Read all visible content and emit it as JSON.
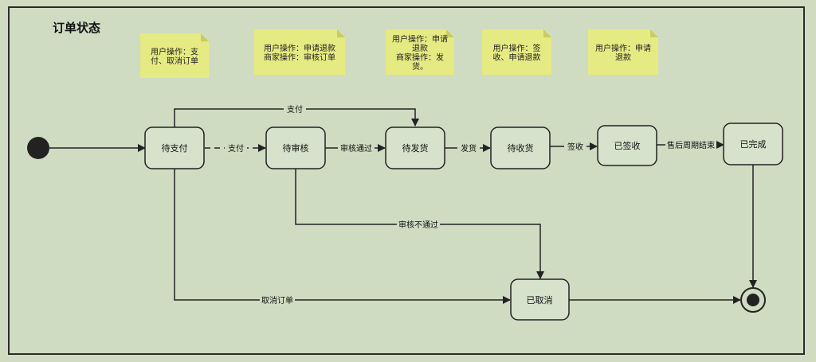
{
  "title": "订单状态",
  "states": {
    "pending_pay": "待支付",
    "pending_review": "待审核",
    "pending_ship": "待发货",
    "pending_receive": "待收货",
    "signed": "已签收",
    "completed": "已完成",
    "cancelled": "已取消"
  },
  "notes": [
    [
      "用户操作：支",
      "付、取消订单"
    ],
    [
      "用户操作：申请退款",
      "商家操作：审核订单"
    ],
    [
      "用户操作：申请",
      "退款",
      "商家操作：发",
      "货。"
    ],
    [
      "用户操作：签",
      "收、申请退款"
    ],
    [
      "用户操作：申请",
      "退款"
    ]
  ],
  "edges": {
    "pay_dashed": "支付",
    "pay_top": "支付",
    "review_pass": "审核通过",
    "ship": "发货",
    "sign": "签收",
    "after_sale_end": "售后周期结束",
    "review_fail": "审核不通过",
    "cancel_order": "取消订单"
  }
}
